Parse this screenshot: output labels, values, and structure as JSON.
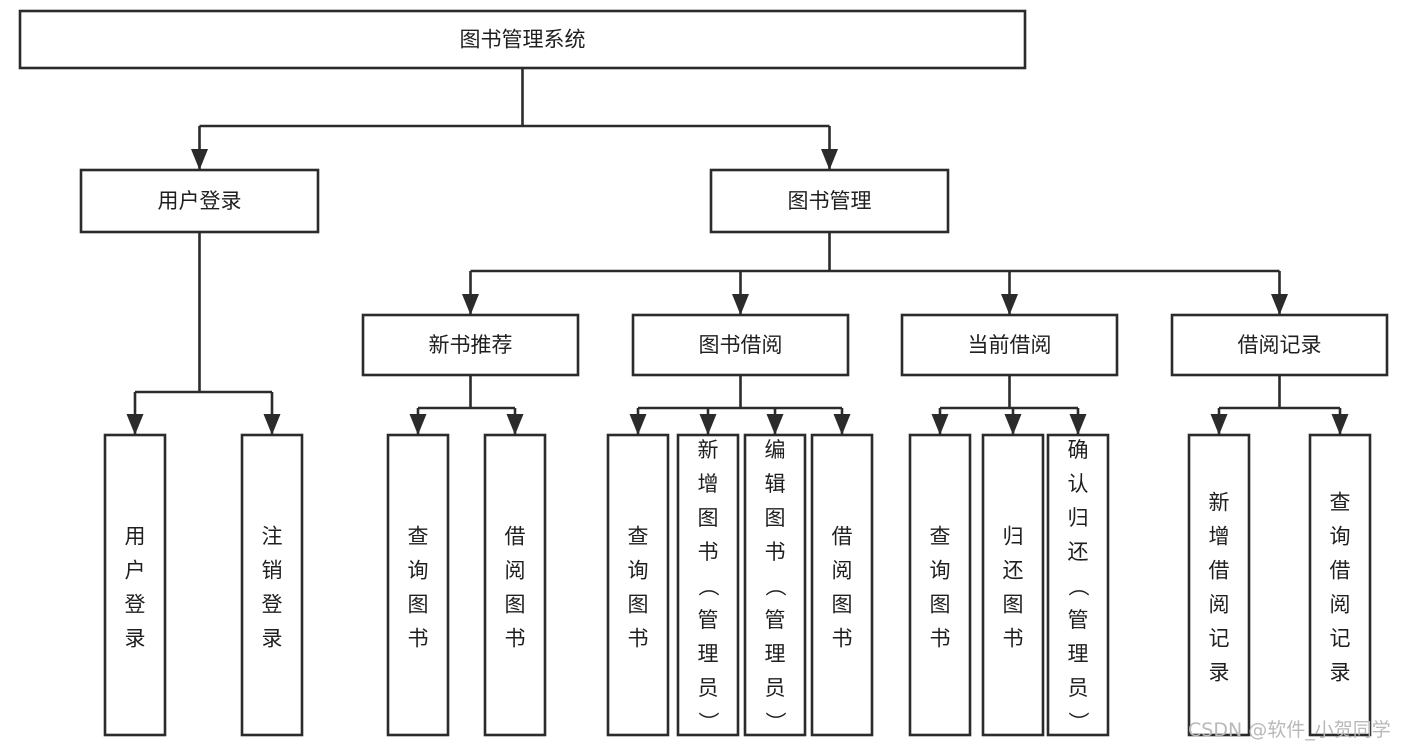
{
  "diagram": {
    "type": "hierarchy-tree",
    "title": "图书管理系统",
    "root": {
      "id": "root",
      "label": "图书管理系统",
      "orientation": "horizontal"
    },
    "level2": [
      {
        "id": "user-login",
        "label": "用户登录",
        "orientation": "horizontal"
      },
      {
        "id": "book-manage",
        "label": "图书管理",
        "orientation": "horizontal"
      }
    ],
    "level3": [
      {
        "id": "new-book-rec",
        "label": "新书推荐",
        "orientation": "horizontal",
        "parent": "book-manage"
      },
      {
        "id": "book-borrow",
        "label": "图书借阅",
        "orientation": "horizontal",
        "parent": "book-manage"
      },
      {
        "id": "current-borrow",
        "label": "当前借阅",
        "orientation": "horizontal",
        "parent": "book-manage"
      },
      {
        "id": "borrow-record",
        "label": "借阅记录",
        "orientation": "horizontal",
        "parent": "book-manage"
      }
    ],
    "leaves": {
      "user-login": [
        {
          "id": "leaf-user-login",
          "label": "用户登录",
          "orientation": "vertical"
        },
        {
          "id": "leaf-user-logout",
          "label": "注销登录",
          "orientation": "vertical"
        }
      ],
      "new-book-rec": [
        {
          "id": "leaf-query-book-1",
          "label": "查询图书",
          "orientation": "vertical"
        },
        {
          "id": "leaf-borrow-book-1",
          "label": "借阅图书",
          "orientation": "vertical"
        }
      ],
      "book-borrow": [
        {
          "id": "leaf-query-book-2",
          "label": "查询图书",
          "orientation": "vertical"
        },
        {
          "id": "leaf-add-book",
          "label": "新增图书（管理员）",
          "orientation": "vertical"
        },
        {
          "id": "leaf-edit-book",
          "label": "编辑图书（管理员）",
          "orientation": "vertical"
        },
        {
          "id": "leaf-borrow-book-2",
          "label": "借阅图书",
          "orientation": "vertical"
        }
      ],
      "current-borrow": [
        {
          "id": "leaf-query-book-3",
          "label": "查询图书",
          "orientation": "vertical"
        },
        {
          "id": "leaf-return-book",
          "label": "归还图书",
          "orientation": "vertical"
        },
        {
          "id": "leaf-confirm-return",
          "label": "确认归还（管理员）",
          "orientation": "vertical"
        }
      ],
      "borrow-record": [
        {
          "id": "leaf-add-record",
          "label": "新增借阅记录",
          "orientation": "vertical"
        },
        {
          "id": "leaf-query-record",
          "label": "查询借阅记录",
          "orientation": "vertical"
        }
      ]
    }
  },
  "watermark": {
    "text": "CSDN @软件_小贺同学"
  },
  "colors": {
    "stroke": "#2b2b2b",
    "box_fill": "#ffffff",
    "text": "#1f1f1f",
    "background": "#ffffff",
    "watermark": "#b9b9b9"
  }
}
